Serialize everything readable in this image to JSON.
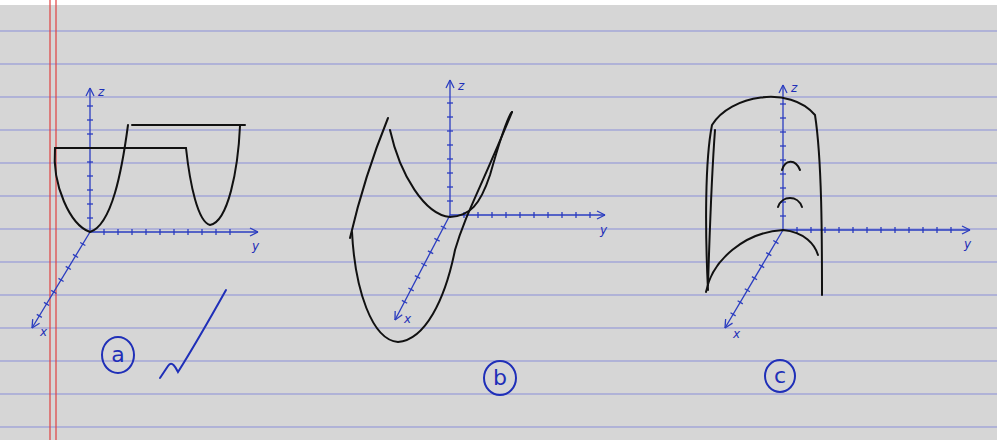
{
  "diagram": {
    "nodes": [
      {
        "text": [
          "a"
        ]
      },
      {
        "text": [
          "b"
        ]
      },
      {
        "text": [
          "c"
        ]
      }
    ],
    "labels": [
      "z",
      "y",
      "x",
      "z",
      "y",
      "x",
      "z",
      "y",
      "x"
    ]
  }
}
